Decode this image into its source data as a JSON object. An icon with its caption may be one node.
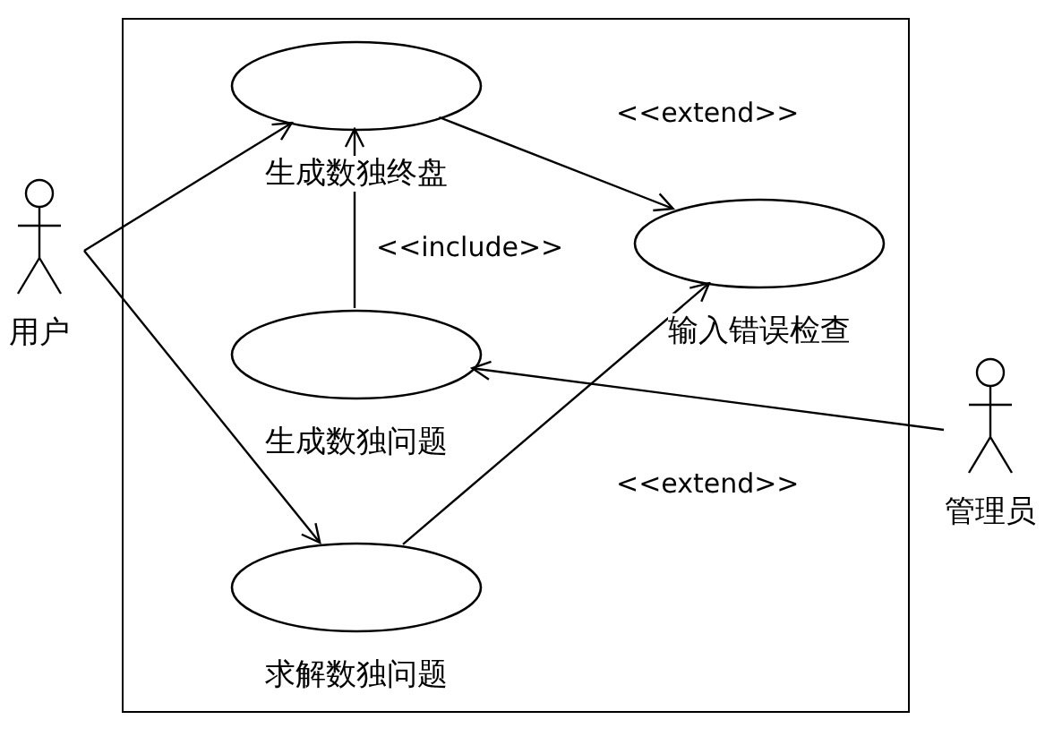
{
  "diagram": {
    "nodes": [
      {
        "text": [],
        "shape": "box"
      },
      {
        "text": [
          "用户"
        ]
      },
      {
        "text": [
          "生成数独终盘"
        ],
        "in": 0
      },
      {
        "text": [
          "输入错误检查"
        ],
        "in": 0
      },
      {
        "text": [
          "生成数独问题"
        ],
        "in": 0
      },
      {
        "text": [
          "求解数独问题"
        ],
        "in": 0
      },
      {
        "text": [
          "管理员"
        ]
      }
    ],
    "edges": [
      {
        "from": 1,
        "to": 2,
        "arrow": "to"
      },
      {
        "from": 1,
        "to": 5,
        "arrow": "to"
      },
      {
        "from": 2,
        "to": 3,
        "arrow": "to",
        "label": "<<extend>>"
      },
      {
        "from": 4,
        "to": 2,
        "arrow": "to",
        "label": "<<include>>"
      },
      {
        "from": 5,
        "to": 3,
        "arrow": "to",
        "label": "<<extend>>"
      },
      {
        "from": 6,
        "to": 4,
        "arrow": "to"
      }
    ]
  }
}
